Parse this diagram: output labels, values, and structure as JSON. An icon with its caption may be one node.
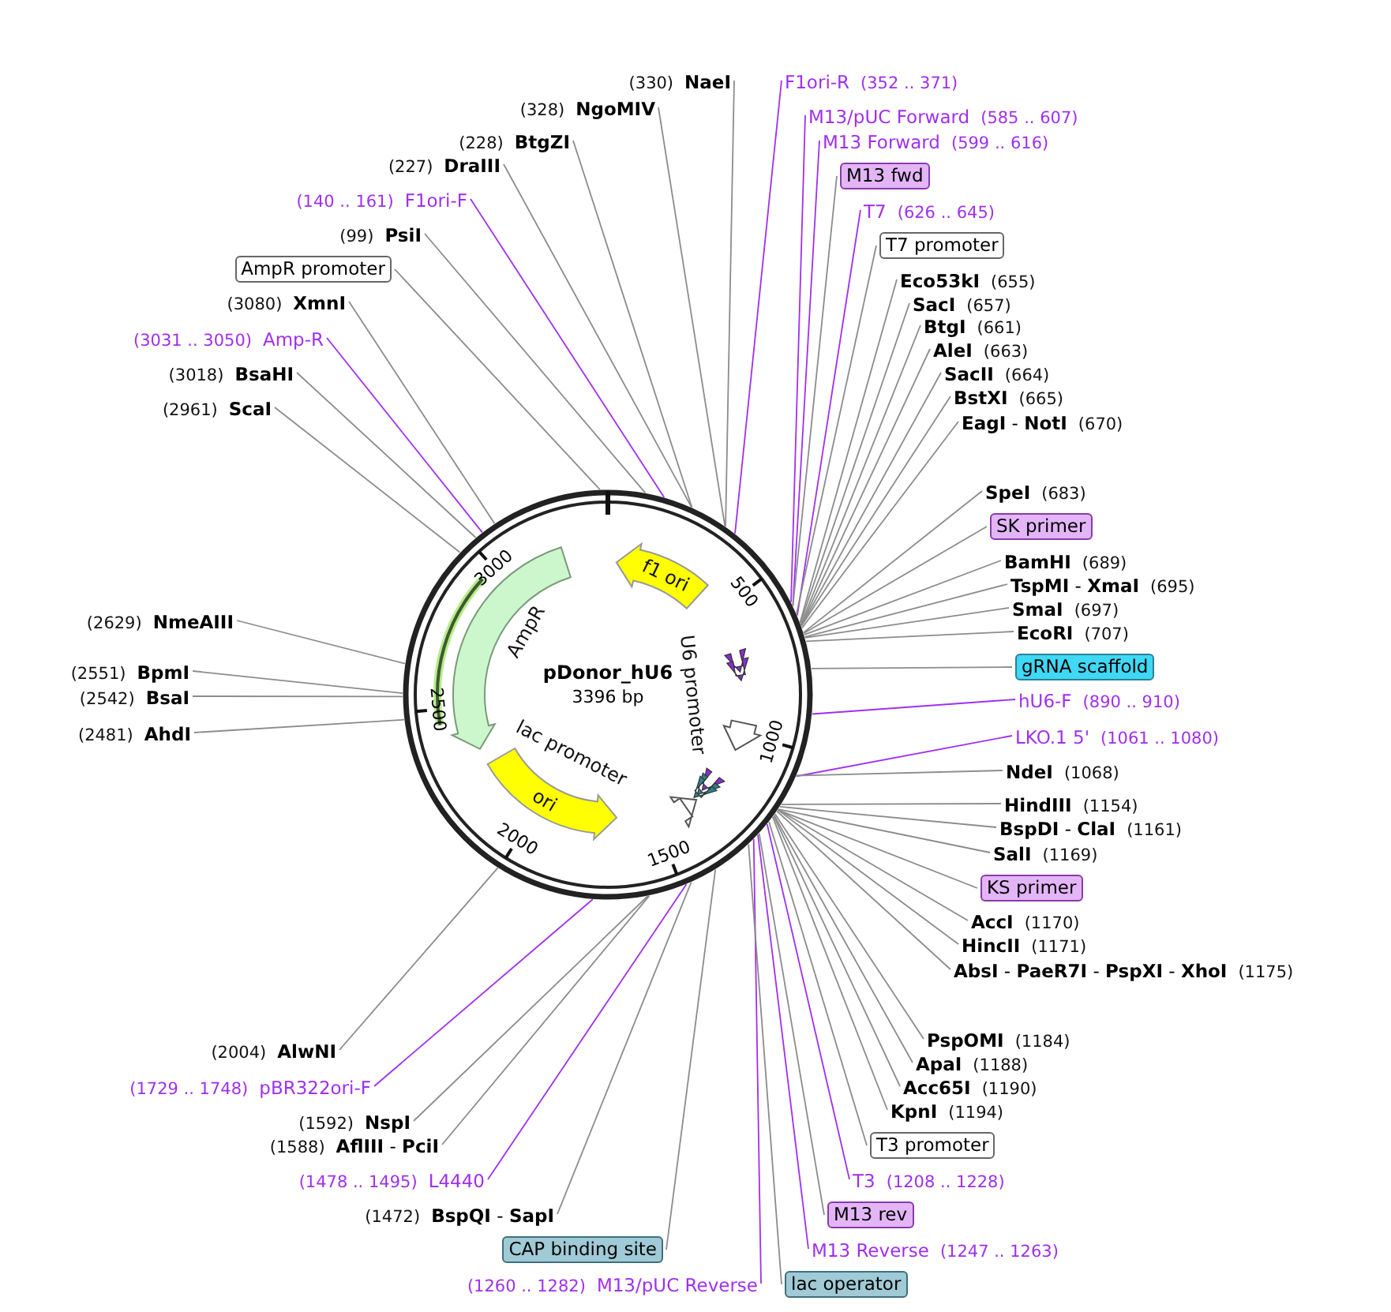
{
  "diagram": {
    "nodes": [
      {
        "text": [
          "(330)",
          "NaeI"
        ]
      },
      {
        "text": [
          "(328)",
          "NgoMIV"
        ]
      },
      {
        "text": [
          "(228)",
          "BtgZI"
        ]
      },
      {
        "text": [
          "(227)",
          "DraIII"
        ]
      },
      {
        "text": [
          "(140 .. 161)",
          "F1ori-F"
        ]
      },
      {
        "text": [
          "(99)",
          "PsiI"
        ]
      },
      {
        "text": [
          "AmpR promoter"
        ]
      },
      {
        "text": [
          "(3080)",
          "XmnI"
        ]
      },
      {
        "text": [
          "(3031 .. 3050)",
          "Amp-R"
        ]
      },
      {
        "text": [
          "(3018)",
          "BsaHI"
        ]
      },
      {
        "text": [
          "(2961)",
          "ScaI"
        ]
      },
      {
        "text": [
          "(2629)",
          "NmeAIII"
        ]
      },
      {
        "text": [
          "(2551)",
          "BpmI"
        ]
      },
      {
        "text": [
          "(2542)",
          "BsaI"
        ]
      },
      {
        "text": [
          "(2481)",
          "AhdI"
        ]
      },
      {
        "text": [
          "(2004)",
          "AlwNI"
        ]
      },
      {
        "text": [
          "(1729 .. 1748)",
          "pBR322ori-F"
        ]
      },
      {
        "text": [
          "(1592)",
          "NspI"
        ]
      },
      {
        "text": [
          "(1588)",
          "**AflIII** - **PciI**"
        ]
      },
      {
        "text": [
          "(1478 .. 1495)",
          "L4440"
        ]
      },
      {
        "text": [
          "(1472)",
          "**BspQI** - **SapI**"
        ]
      },
      {
        "text": [
          "CAP binding site"
        ]
      },
      {
        "text": [
          "(1260 .. 1282)",
          "M13/pUC Reverse"
        ]
      },
      {
        "text": [
          "F1ori-R",
          "(352 .. 371)"
        ]
      },
      {
        "text": [
          "M13/pUC Forward",
          "(585 .. 607)"
        ]
      },
      {
        "text": [
          "M13 Forward",
          "(599 .. 616)"
        ]
      },
      {
        "text": [
          "M13 fwd"
        ]
      },
      {
        "text": [
          "T7",
          "(626 .. 645)"
        ]
      },
      {
        "text": [
          "T7 promoter"
        ]
      },
      {
        "text": [
          "Eco53kI",
          "(655)"
        ]
      },
      {
        "text": [
          "SacI",
          "(657)"
        ]
      },
      {
        "text": [
          "BtgI",
          "(661)"
        ]
      },
      {
        "text": [
          "AleI",
          "(663)"
        ]
      },
      {
        "text": [
          "SacII",
          "(664)"
        ]
      },
      {
        "text": [
          "BstXI",
          "(665)"
        ]
      },
      {
        "text": [
          "**EagI** - **NotI**",
          "(670)"
        ]
      },
      {
        "text": [
          "SpeI",
          "(683)"
        ]
      },
      {
        "text": [
          "SK primer"
        ]
      },
      {
        "text": [
          "BamHI",
          "(689)"
        ]
      },
      {
        "text": [
          "**TspMI** - **XmaI**",
          "(695)"
        ]
      },
      {
        "text": [
          "SmaI",
          "(697)"
        ]
      },
      {
        "text": [
          "EcoRI",
          "(707)"
        ]
      },
      {
        "text": [
          "gRNA scaffold"
        ]
      },
      {
        "text": [
          "hU6-F",
          "(890 .. 910)"
        ]
      },
      {
        "text": [
          "LKO.1 5'",
          "(1061 .. 1080)"
        ]
      },
      {
        "text": [
          "NdeI",
          "(1068)"
        ]
      },
      {
        "text": [
          "HindIII",
          "(1154)"
        ]
      },
      {
        "text": [
          "**BspDI** - **ClaI**",
          "(1161)"
        ]
      },
      {
        "text": [
          "SalI",
          "(1169)"
        ]
      },
      {
        "text": [
          "KS primer"
        ]
      },
      {
        "text": [
          "AccI",
          "(1170)"
        ]
      },
      {
        "text": [
          "HincII",
          "(1171)"
        ]
      },
      {
        "text": [
          "**AbsI** - **PaeR7I** - **PspXI** - **XhoI**",
          "(1175)"
        ]
      },
      {
        "text": [
          "PspOMI",
          "(1184)"
        ]
      },
      {
        "text": [
          "ApaI",
          "(1188)"
        ]
      },
      {
        "text": [
          "Acc65I",
          "(1190)"
        ]
      },
      {
        "text": [
          "KpnI",
          "(1194)"
        ]
      },
      {
        "text": [
          "T3 promoter"
        ]
      },
      {
        "text": [
          "T3",
          "(1208 .. 1228)"
        ]
      },
      {
        "text": [
          "M13 rev"
        ]
      },
      {
        "text": [
          "M13 Reverse",
          "(1247 .. 1263)"
        ]
      },
      {
        "text": [
          "lac operator"
        ]
      },
      {
        "text": [],
        "shape": "circle"
      },
      {
        "text": [
          "f1 ori"
        ],
        "in": 62
      },
      {
        "text": [
          "AmpR"
        ],
        "in": 62
      },
      {
        "text": [
          "U6 promoter"
        ],
        "in": 62
      },
      {
        "text": [
          "lac promoter"
        ],
        "in": 62
      },
      {
        "text": [
          "ori"
        ],
        "in": 62
      }
    ],
    "edges": [
      {
        "from": 0,
        "to": 62,
        "arrow": "none"
      },
      {
        "from": 1,
        "to": 62,
        "arrow": "none"
      },
      {
        "from": 2,
        "to": 62,
        "arrow": "none"
      },
      {
        "from": 3,
        "to": 62,
        "arrow": "none"
      },
      {
        "from": 4,
        "to": 62,
        "arrow": "none",
        "color": "#a02ff0"
      },
      {
        "from": 5,
        "to": 62,
        "arrow": "none"
      },
      {
        "from": 6,
        "to": 62,
        "arrow": "none"
      },
      {
        "from": 7,
        "to": 62,
        "arrow": "none"
      },
      {
        "from": 8,
        "to": 62,
        "arrow": "none",
        "color": "#a02ff0"
      },
      {
        "from": 9,
        "to": 62,
        "arrow": "none"
      },
      {
        "from": 10,
        "to": 62,
        "arrow": "none"
      },
      {
        "from": 11,
        "to": 62,
        "arrow": "none"
      },
      {
        "from": 12,
        "to": 62,
        "arrow": "none"
      },
      {
        "from": 13,
        "to": 62,
        "arrow": "none"
      },
      {
        "from": 14,
        "to": 62,
        "arrow": "none"
      },
      {
        "from": 15,
        "to": 62,
        "arrow": "none"
      },
      {
        "from": 16,
        "to": 62,
        "arrow": "none",
        "color": "#a02ff0"
      },
      {
        "from": 17,
        "to": 62,
        "arrow": "none"
      },
      {
        "from": 18,
        "to": 62,
        "arrow": "none"
      },
      {
        "from": 19,
        "to": 62,
        "arrow": "none",
        "color": "#a02ff0"
      },
      {
        "from": 20,
        "to": 62,
        "arrow": "none"
      },
      {
        "from": 21,
        "to": 62,
        "arrow": "none"
      },
      {
        "from": 22,
        "to": 62,
        "arrow": "none",
        "color": "#a02ff0"
      },
      {
        "from": 23,
        "to": 62,
        "arrow": "none",
        "color": "#a02ff0"
      },
      {
        "from": 24,
        "to": 62,
        "arrow": "none",
        "color": "#a02ff0"
      },
      {
        "from": 25,
        "to": 62,
        "arrow": "none",
        "color": "#a02ff0"
      },
      {
        "from": 26,
        "to": 62,
        "arrow": "none"
      },
      {
        "from": 27,
        "to": 62,
        "arrow": "none",
        "color": "#a02ff0"
      },
      {
        "from": 28,
        "to": 62,
        "arrow": "none"
      },
      {
        "from": 29,
        "to": 62,
        "arrow": "none"
      },
      {
        "from": 30,
        "to": 62,
        "arrow": "none"
      },
      {
        "from": 31,
        "to": 62,
        "arrow": "none"
      },
      {
        "from": 32,
        "to": 62,
        "arrow": "none"
      },
      {
        "from": 33,
        "to": 62,
        "arrow": "none"
      },
      {
        "from": 34,
        "to": 62,
        "arrow": "none"
      },
      {
        "from": 35,
        "to": 62,
        "arrow": "none"
      },
      {
        "from": 36,
        "to": 62,
        "arrow": "none"
      },
      {
        "from": 37,
        "to": 62,
        "arrow": "none"
      },
      {
        "from": 38,
        "to": 62,
        "arrow": "none"
      },
      {
        "from": 39,
        "to": 62,
        "arrow": "none"
      },
      {
        "from": 40,
        "to": 62,
        "arrow": "none"
      },
      {
        "from": 41,
        "to": 62,
        "arrow": "none"
      },
      {
        "from": 42,
        "to": 62,
        "arrow": "none"
      },
      {
        "from": 43,
        "to": 62,
        "arrow": "none",
        "color": "#a02ff0"
      },
      {
        "from": 44,
        "to": 62,
        "arrow": "none",
        "color": "#a02ff0"
      },
      {
        "from": 45,
        "to": 62,
        "arrow": "none"
      },
      {
        "from": 46,
        "to": 62,
        "arrow": "none"
      },
      {
        "from": 47,
        "to": 62,
        "arrow": "none"
      },
      {
        "from": 48,
        "to": 62,
        "arrow": "none"
      },
      {
        "from": 49,
        "to": 62,
        "arrow": "none"
      },
      {
        "from": 50,
        "to": 62,
        "arrow": "none"
      },
      {
        "from": 51,
        "to": 62,
        "arrow": "none"
      },
      {
        "from": 52,
        "to": 62,
        "arrow": "none"
      },
      {
        "from": 53,
        "to": 62,
        "arrow": "none"
      },
      {
        "from": 54,
        "to": 62,
        "arrow": "none"
      },
      {
        "from": 55,
        "to": 62,
        "arrow": "none"
      },
      {
        "from": 56,
        "to": 62,
        "arrow": "none"
      },
      {
        "from": 57,
        "to": 62,
        "arrow": "none"
      },
      {
        "from": 58,
        "to": 62,
        "arrow": "none",
        "color": "#a02ff0"
      },
      {
        "from": 59,
        "to": 62,
        "arrow": "none"
      },
      {
        "from": 60,
        "to": 62,
        "arrow": "none",
        "color": "#a02ff0"
      },
      {
        "from": 61,
        "to": 62,
        "arrow": "none"
      }
    ],
    "labels": [
      "pDonor_hU6",
      "3396 bp",
      "500",
      "1000",
      "1500",
      "2000",
      "2500",
      "3000"
    ]
  }
}
